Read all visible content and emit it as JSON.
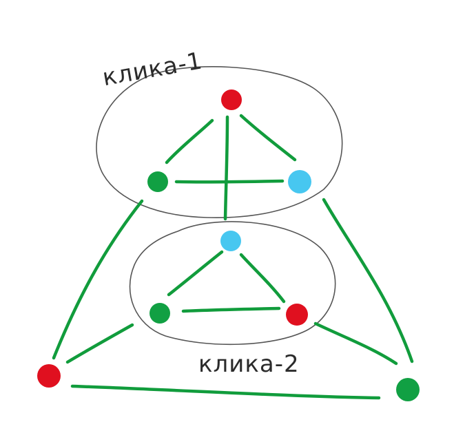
{
  "labels": {
    "clique_1": "клика-1",
    "clique_2": "клика-2"
  },
  "colors": {
    "edge": "#119c3c",
    "outline": "#555555",
    "node_red": "#e0101f",
    "node_green": "#11a043",
    "node_blue": "#47c7f0",
    "label": "#2b2b2b"
  },
  "nodes": [
    {
      "id": "c1-top",
      "color": "red"
    },
    {
      "id": "c1-left",
      "color": "green"
    },
    {
      "id": "c1-right",
      "color": "blue"
    },
    {
      "id": "c2-top",
      "color": "blue"
    },
    {
      "id": "c2-left",
      "color": "green"
    },
    {
      "id": "c2-right",
      "color": "red"
    },
    {
      "id": "outer-left",
      "color": "red"
    },
    {
      "id": "outer-right",
      "color": "green"
    }
  ],
  "edges": [
    [
      "c1-top",
      "c1-left"
    ],
    [
      "c1-top",
      "c1-right"
    ],
    [
      "c1-left",
      "c1-right"
    ],
    [
      "c1-top",
      "c2-top"
    ],
    [
      "c2-top",
      "c2-left"
    ],
    [
      "c2-top",
      "c2-right"
    ],
    [
      "c2-left",
      "c2-right"
    ],
    [
      "c1-left",
      "outer-left"
    ],
    [
      "c2-left",
      "outer-left"
    ],
    [
      "c1-right",
      "outer-right"
    ],
    [
      "c2-right",
      "outer-right"
    ],
    [
      "outer-left",
      "outer-right"
    ]
  ]
}
